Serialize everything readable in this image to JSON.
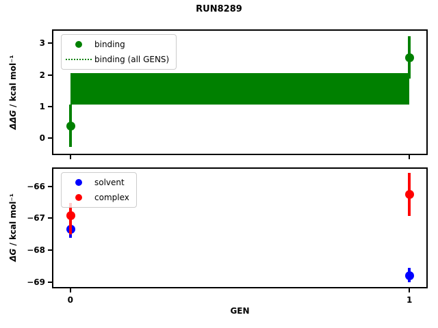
{
  "title": "RUN8289",
  "xlabel": "GEN",
  "chart_data": [
    {
      "type": "scatter",
      "panel": "ddg",
      "ylabel_math": "ΔΔG",
      "ylabel_rest": " / kcal mol⁻¹",
      "xlim": [
        -0.05,
        1.05
      ],
      "ylim": [
        -0.5,
        3.4
      ],
      "grid": false,
      "yticks": [
        {
          "v": 3,
          "label": "3"
        },
        {
          "v": 2,
          "label": "2"
        },
        {
          "v": 1,
          "label": "1"
        },
        {
          "v": 0,
          "label": "0"
        }
      ],
      "xticks": [
        {
          "v": 0,
          "label": ""
        },
        {
          "v": 1,
          "label": ""
        }
      ],
      "band": {
        "label": "binding (all GENS)",
        "color": "#008000",
        "x_from": 0,
        "x_to": 1,
        "y_lo": 1.05,
        "y_hi": 2.05
      },
      "series": [
        {
          "name": "binding",
          "color": "#008000",
          "points": [
            {
              "x": 0,
              "y": 0.39,
              "err_lo": -0.28,
              "err_hi": 1.06
            },
            {
              "x": 1,
              "y": 2.55,
              "err_lo": 1.88,
              "err_hi": 3.22
            }
          ]
        }
      ],
      "legend": [
        {
          "label": "binding",
          "marker": "circle",
          "color": "#008000"
        },
        {
          "label": "binding (all GENS)",
          "marker": "dotted-line",
          "color": "#008000"
        }
      ],
      "legend_position": "upper-left"
    },
    {
      "type": "scatter",
      "panel": "dg",
      "ylabel_math": "ΔG",
      "ylabel_rest": " / kcal mol⁻¹",
      "xlim": [
        -0.05,
        1.05
      ],
      "ylim": [
        -69.15,
        -65.45
      ],
      "grid": false,
      "yticks": [
        {
          "v": -66,
          "label": "−66"
        },
        {
          "v": -67,
          "label": "−67"
        },
        {
          "v": -68,
          "label": "−68"
        },
        {
          "v": -69,
          "label": "−69"
        }
      ],
      "xticks": [
        {
          "v": 0,
          "label": "0"
        },
        {
          "v": 1,
          "label": "1"
        }
      ],
      "series": [
        {
          "name": "solvent",
          "color": "#0000ff",
          "points": [
            {
              "x": 0,
              "y": -67.33,
              "err_lo": -67.62,
              "err_hi": -67.02
            },
            {
              "x": 1,
              "y": -68.78,
              "err_lo": -69.0,
              "err_hi": -68.56
            }
          ]
        },
        {
          "name": "complex",
          "color": "#ff0000",
          "points": [
            {
              "x": 0,
              "y": -66.9,
              "err_lo": -67.5,
              "err_hi": -66.52
            },
            {
              "x": 1,
              "y": -66.25,
              "err_lo": -66.92,
              "err_hi": -65.58
            }
          ]
        }
      ],
      "legend": [
        {
          "label": "solvent",
          "marker": "circle",
          "color": "#0000ff"
        },
        {
          "label": "complex",
          "marker": "circle",
          "color": "#ff0000"
        }
      ],
      "legend_position": "upper-left"
    }
  ]
}
